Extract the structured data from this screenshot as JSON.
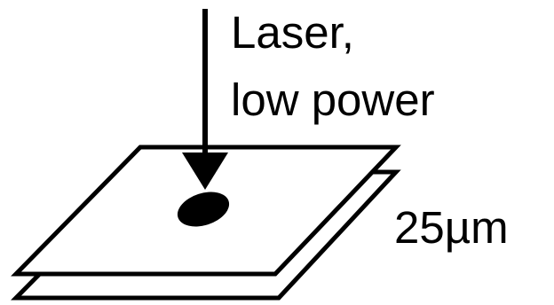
{
  "labels": {
    "laser_line1": "Laser,",
    "laser_line2": "low power",
    "thickness": "25µm"
  },
  "colors": {
    "stroke": "#000000",
    "fill_sheet": "#ffffff",
    "spot": "#000000"
  }
}
